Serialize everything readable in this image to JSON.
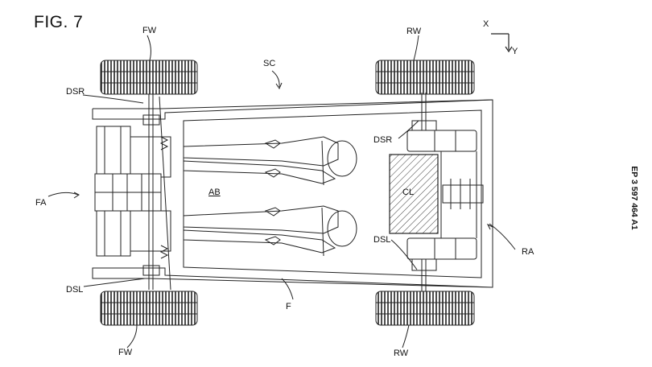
{
  "figure": {
    "title": "FIG. 7",
    "publication_number": "EP 3 597 464 A1"
  },
  "axes": {
    "x": "X",
    "y": "Y"
  },
  "labels": {
    "fw_top": "FW",
    "fw_bottom": "FW",
    "rw_top": "RW",
    "rw_bottom": "RW",
    "sc": "SC",
    "dsr_front": "DSR",
    "dsr_rear": "DSR",
    "dsl_front": "DSL",
    "dsl_rear": "DSL",
    "fa": "FA",
    "ab": "AB",
    "cl": "CL",
    "f": "F",
    "ra": "RA"
  }
}
